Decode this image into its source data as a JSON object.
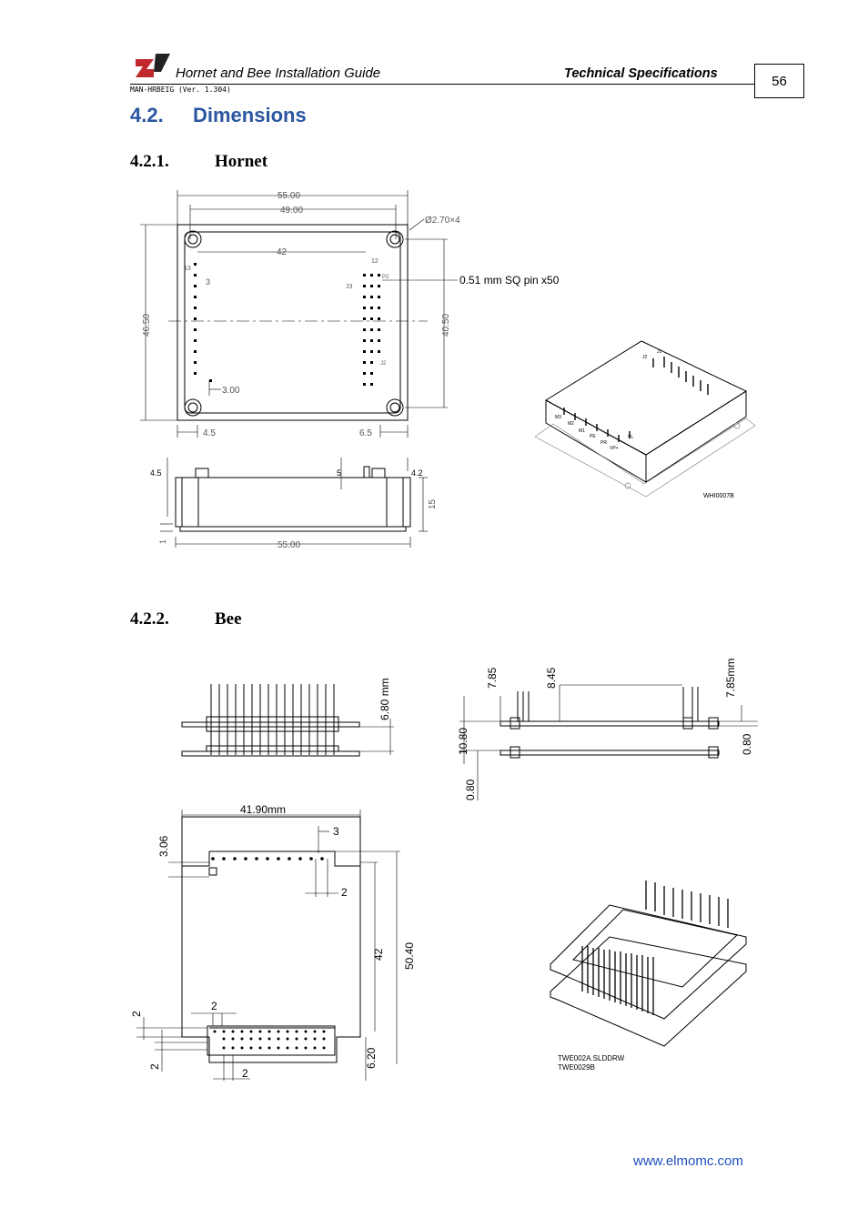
{
  "header": {
    "title": "Hornet and Bee Installation Guide",
    "section": "Technical Specifications",
    "version": "MAN-HRBEIG (Ver. 1.304)",
    "page_number": "56"
  },
  "section": {
    "number": "4.2.",
    "title": "Dimensions"
  },
  "hornet": {
    "number": "4.2.1.",
    "title": "Hornet",
    "top_dims": {
      "width_outer": "55.00",
      "width_holes": "49.00",
      "hole_dia": "Ø2.70×4",
      "pin_span": "42",
      "height_outer": "46.50",
      "height_holes": "40.50",
      "pin_note": "0.51 mm SQ pin x50",
      "pitch": "3.00",
      "left_offset": "4.5",
      "right_offset": "6.5",
      "small_a": "13",
      "small_b": "3",
      "small_c": "12",
      "small_d": "P2",
      "small_e": "J3",
      "small_f": "J2"
    },
    "side_dims": {
      "left_h": "4.5",
      "pin_h": "5",
      "right_h": "4.2",
      "height": "15",
      "base": "1",
      "width": "55.00"
    },
    "iso_labels": [
      "J1",
      "J2",
      "M3",
      "M2",
      "M1",
      "PE",
      "PR",
      "VP+",
      "VL"
    ],
    "drawing_id": "WHI0007B"
  },
  "bee": {
    "number": "4.2.2.",
    "title": "Bee",
    "front_dims": {
      "height": "6.80 mm"
    },
    "side_dims": {
      "a": "7.85",
      "b": "8.45",
      "c": "7.85mm",
      "d": "10.80",
      "e": "0.80",
      "f": "0.80"
    },
    "top_dims": {
      "width": "41.90mm",
      "offset": "3.06",
      "pitch_top": "3",
      "pitch_2": "2",
      "span": "42",
      "height": "50.40",
      "left_a": "2",
      "left_b": "2",
      "inner_2": "2",
      "bottom_2": "2",
      "bottom_h": "6.20"
    },
    "drawing_ids": [
      "TWE002A.SLDDRW",
      "TWE0029B"
    ]
  },
  "footer": {
    "link": "www.elmomc.com"
  },
  "colors": {
    "heading": "#2a56a0",
    "logo_red": "#c0282d",
    "link": "#1f4fc0"
  }
}
